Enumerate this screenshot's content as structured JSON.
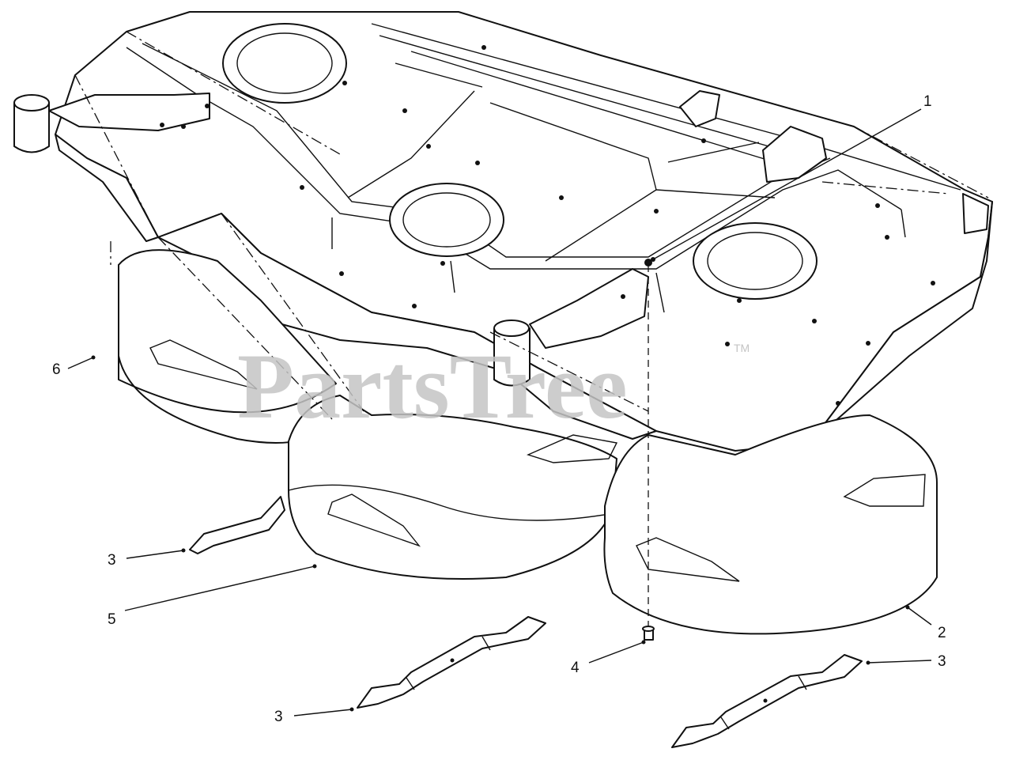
{
  "watermark": {
    "text": "PartsTree",
    "tm": "TM"
  },
  "callouts": [
    {
      "id": "c1",
      "label": "1"
    },
    {
      "id": "c2",
      "label": "2"
    },
    {
      "id": "c3a",
      "label": "3"
    },
    {
      "id": "c3b",
      "label": "3"
    },
    {
      "id": "c3c",
      "label": "3"
    },
    {
      "id": "c4",
      "label": "4"
    },
    {
      "id": "c5",
      "label": "5"
    },
    {
      "id": "c6",
      "label": "6"
    }
  ]
}
